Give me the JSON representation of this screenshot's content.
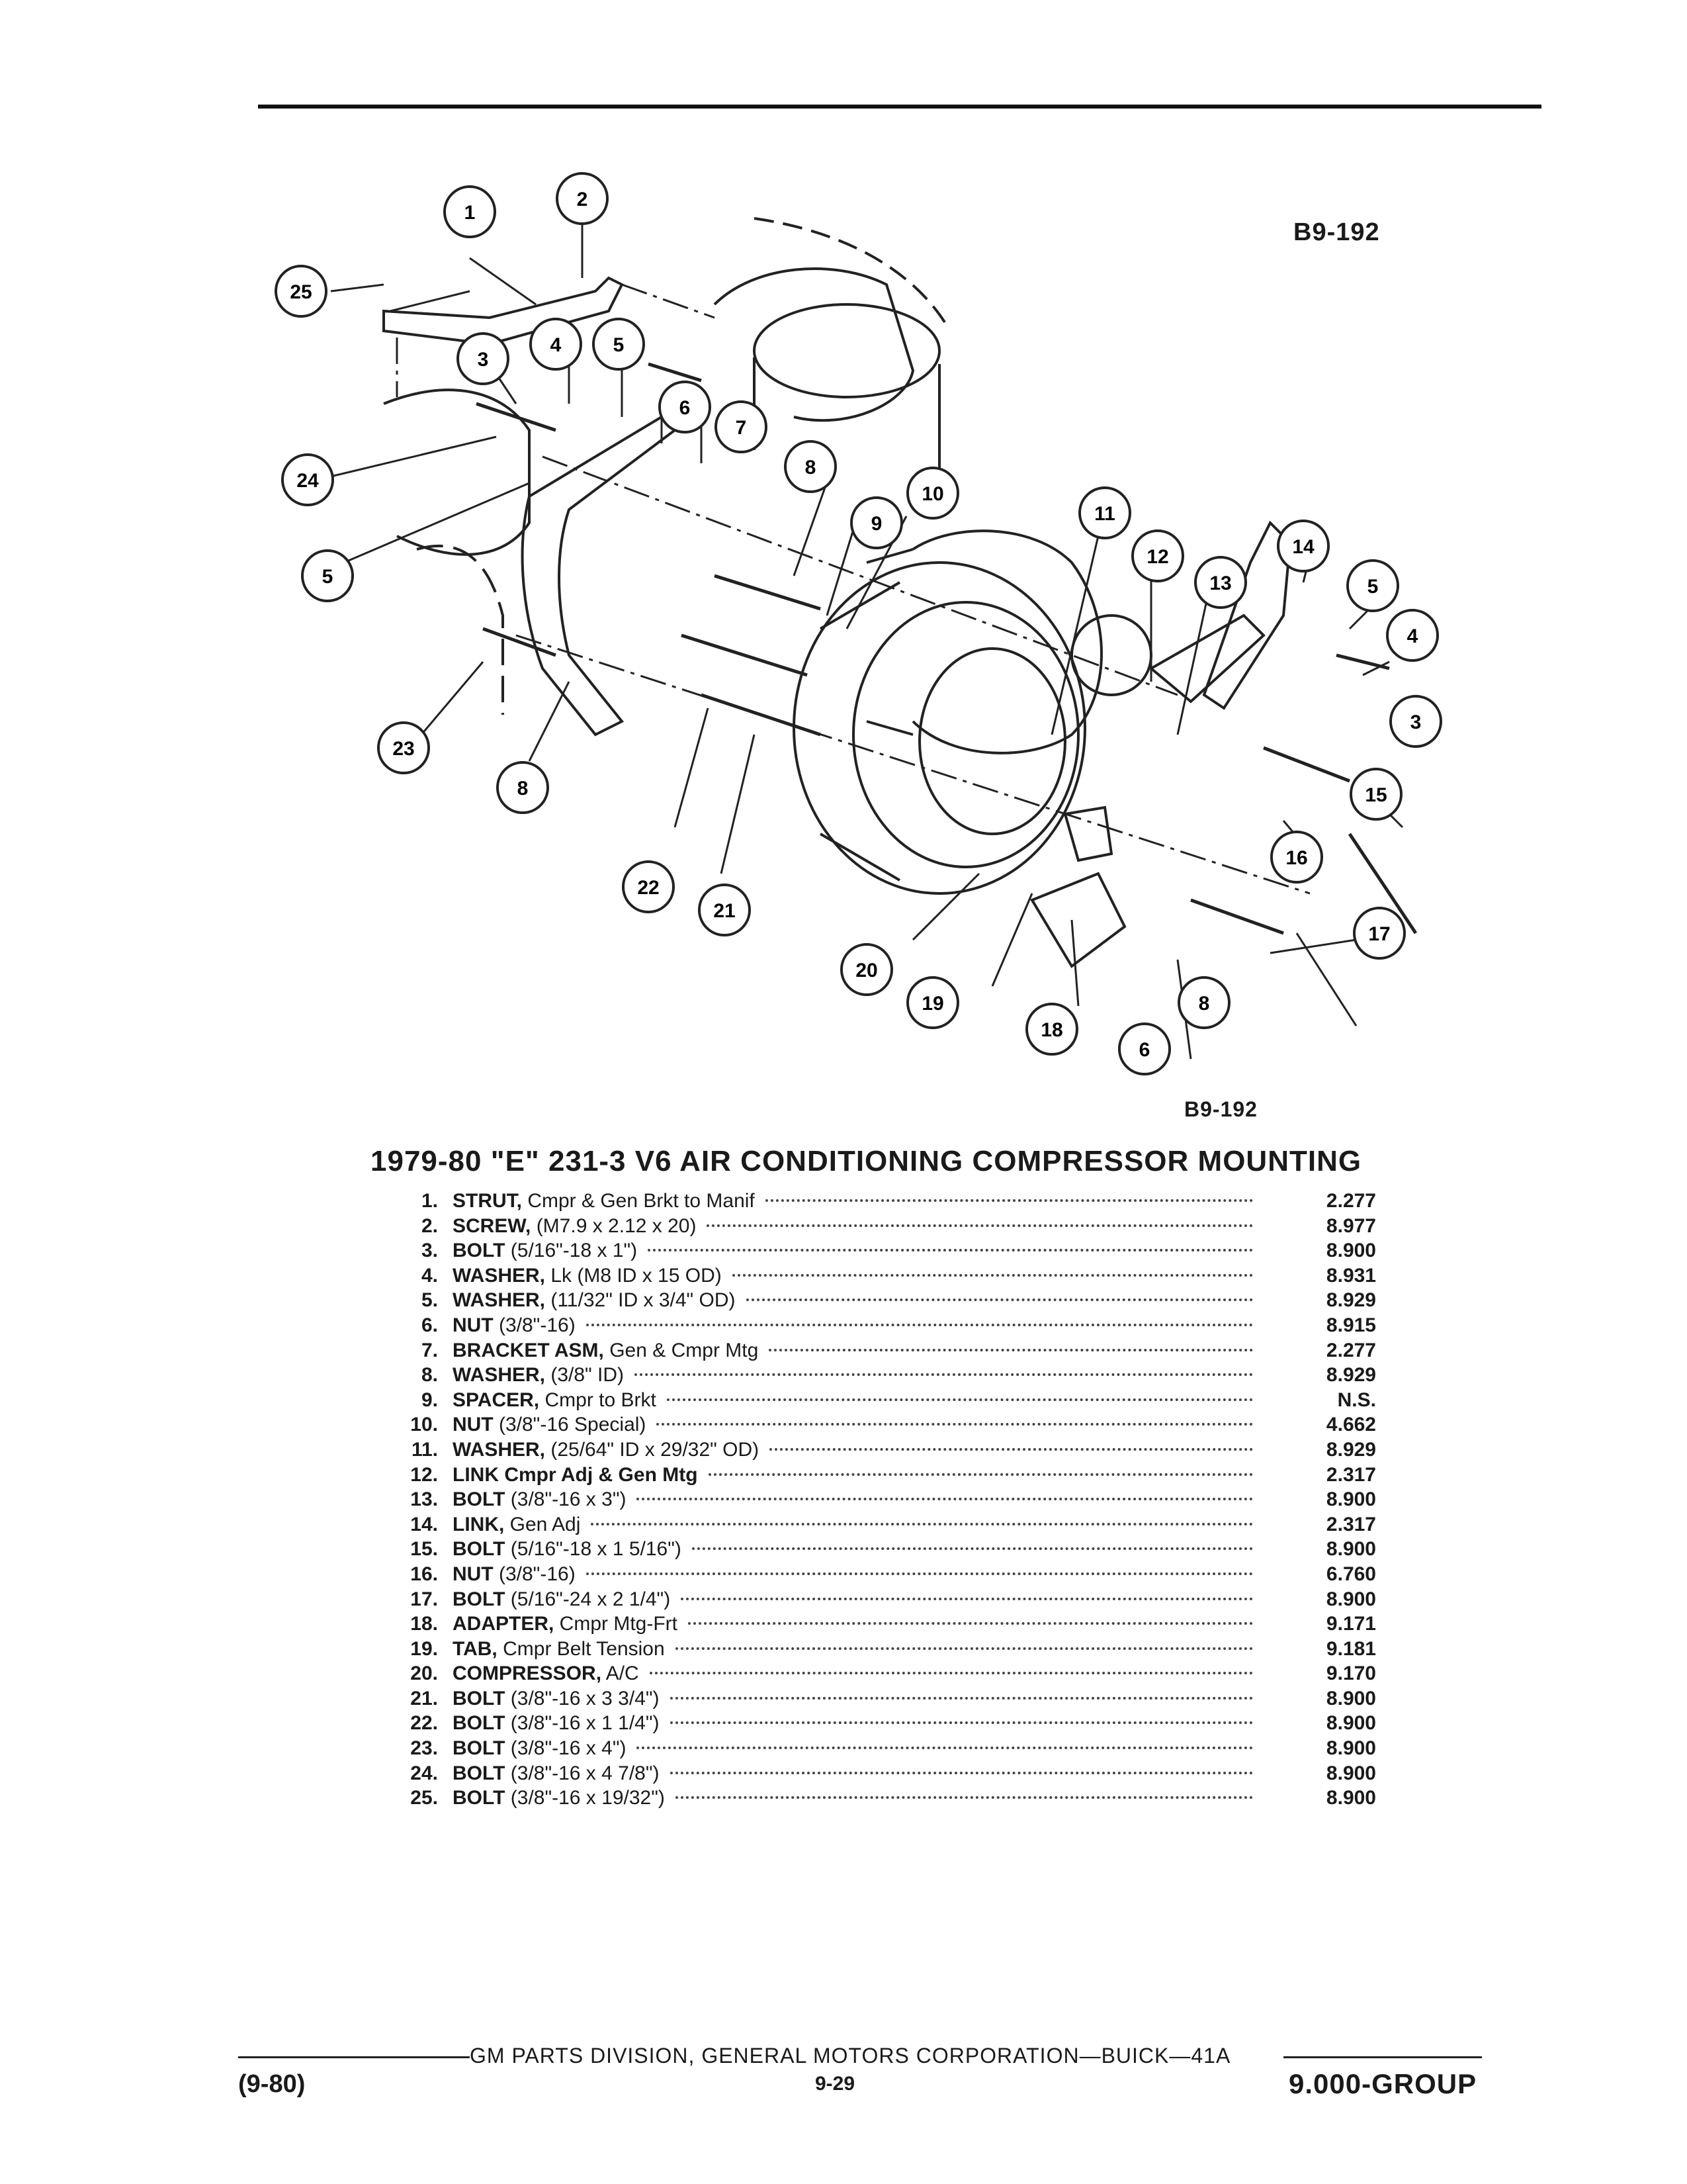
{
  "figure_code_top": "B9-192",
  "figure_code_bottom": "B9-192",
  "title": "1979-80 \"E\" 231-3 V6 AIR CONDITIONING COMPRESSOR MOUNTING",
  "parts": [
    {
      "num": "1.",
      "name": "STRUT,",
      "desc": " Cmpr & Gen Brkt to Manif",
      "code": "2.277"
    },
    {
      "num": "2.",
      "name": "SCREW,",
      "desc": " (M7.9 x 2.12 x 20)",
      "code": "8.977"
    },
    {
      "num": "3.",
      "name": "BOLT",
      "desc": " (5/16\"-18 x 1\")",
      "code": "8.900"
    },
    {
      "num": "4.",
      "name": "WASHER,",
      "desc": " Lk (M8 ID x 15 OD)",
      "code": "8.931"
    },
    {
      "num": "5.",
      "name": "WASHER,",
      "desc": " (11/32\" ID x 3/4\" OD)",
      "code": "8.929"
    },
    {
      "num": "6.",
      "name": "NUT",
      "desc": " (3/8\"-16)",
      "code": "8.915"
    },
    {
      "num": "7.",
      "name": "BRACKET ASM,",
      "desc": " Gen & Cmpr Mtg",
      "code": "2.277"
    },
    {
      "num": "8.",
      "name": "WASHER,",
      "desc": " (3/8\" ID)",
      "code": "8.929"
    },
    {
      "num": "9.",
      "name": "SPACER,",
      "desc": " Cmpr to Brkt",
      "code": "N.S."
    },
    {
      "num": "10.",
      "name": "NUT",
      "desc": " (3/8\"-16 Special)",
      "code": "4.662"
    },
    {
      "num": "11.",
      "name": "WASHER,",
      "desc": " (25/64\" ID x 29/32\" OD)",
      "code": "8.929"
    },
    {
      "num": "12.",
      "name": "LINK Cmpr Adj & Gen Mtg",
      "desc": "",
      "code": "2.317"
    },
    {
      "num": "13.",
      "name": "BOLT",
      "desc": " (3/8\"-16 x 3\")",
      "code": "8.900"
    },
    {
      "num": "14.",
      "name": "LINK,",
      "desc": " Gen Adj",
      "code": "2.317"
    },
    {
      "num": "15.",
      "name": "BOLT",
      "desc": " (5/16\"-18 x 1 5/16\")",
      "code": "8.900"
    },
    {
      "num": "16.",
      "name": "NUT",
      "desc": " (3/8\"-16)",
      "code": "6.760"
    },
    {
      "num": "17.",
      "name": "BOLT",
      "desc": " (5/16\"-24 x 2 1/4\")",
      "code": "8.900"
    },
    {
      "num": "18.",
      "name": "ADAPTER,",
      "desc": " Cmpr Mtg-Frt",
      "code": "9.171"
    },
    {
      "num": "19.",
      "name": "TAB,",
      "desc": " Cmpr Belt Tension",
      "code": "9.181"
    },
    {
      "num": "20.",
      "name": "COMPRESSOR,",
      "desc": " A/C",
      "code": "9.170"
    },
    {
      "num": "21.",
      "name": "BOLT",
      "desc": " (3/8\"-16 x 3 3/4\")",
      "code": "8.900"
    },
    {
      "num": "22.",
      "name": "BOLT",
      "desc": " (3/8\"-16 x 1 1/4\")",
      "code": "8.900"
    },
    {
      "num": "23.",
      "name": "BOLT",
      "desc": " (3/8\"-16 x 4\")",
      "code": "8.900"
    },
    {
      "num": "24.",
      "name": "BOLT",
      "desc": " (3/8\"-16 x 4 7/8\")",
      "code": "8.900"
    },
    {
      "num": "25.",
      "name": "BOLT",
      "desc": " (3/8\"-16 x 19/32\")",
      "code": "8.900"
    }
  ],
  "callouts": [
    "1",
    "2",
    "25",
    "3",
    "4",
    "5",
    "6",
    "7",
    "24",
    "5",
    "8",
    "9",
    "10",
    "11",
    "12",
    "13",
    "14",
    "5",
    "4",
    "3",
    "23",
    "8",
    "15",
    "22",
    "21",
    "16",
    "17",
    "20",
    "19",
    "18",
    "6",
    "8"
  ],
  "footer": {
    "corporation": "GM PARTS DIVISION, GENERAL MOTORS CORPORATION—BUICK—41A",
    "date": "(9-80)",
    "page": "9-29",
    "group": "9.000-GROUP"
  }
}
